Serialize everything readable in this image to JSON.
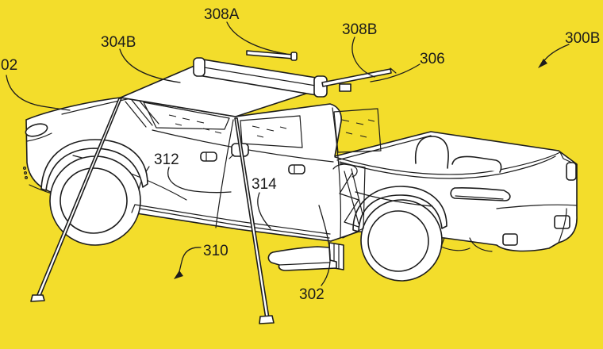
{
  "figure": {
    "type": "patent line drawing",
    "subject": "Pickup truck with rooftop awning assembly deployed over the front-left side, supported by two ground poles",
    "background_color": "#F3DD2B",
    "line_color": "#1C1C1C",
    "labels": [
      {
        "id": "02",
        "text": "02"
      },
      {
        "id": "304B",
        "text": "304B"
      },
      {
        "id": "308A",
        "text": "308A"
      },
      {
        "id": "308B",
        "text": "308B"
      },
      {
        "id": "306",
        "text": "306"
      },
      {
        "id": "300B",
        "text": "300B"
      },
      {
        "id": "312",
        "text": "312"
      },
      {
        "id": "314",
        "text": "314"
      },
      {
        "id": "310",
        "text": "310"
      },
      {
        "id": "302",
        "text": "302"
      }
    ]
  }
}
